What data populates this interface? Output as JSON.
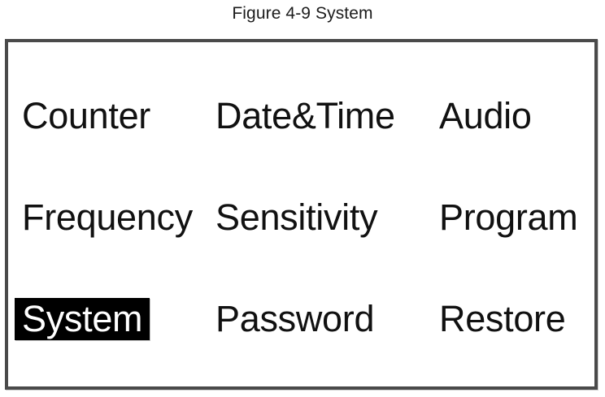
{
  "caption": {
    "text": "Figure 4-9 System"
  },
  "screen": {
    "title": "System menu screen",
    "border_color": "#4a4a4a",
    "background_color": "#ffffff",
    "selected_background_color": "#000000",
    "selected_text_color": "#ffffff",
    "text_color": "#111111"
  },
  "menu": {
    "rows": [
      {
        "items": [
          {
            "label": "Counter",
            "selected": false
          },
          {
            "label": "Date&Time",
            "selected": false
          },
          {
            "label": "Audio",
            "selected": false
          }
        ]
      },
      {
        "items": [
          {
            "label": "Frequency",
            "selected": false
          },
          {
            "label": "Sensitivity",
            "selected": false
          },
          {
            "label": "Program",
            "selected": false
          }
        ]
      },
      {
        "items": [
          {
            "label": "System",
            "selected": true
          },
          {
            "label": "Password",
            "selected": false
          },
          {
            "label": "Restore",
            "selected": false
          }
        ]
      }
    ],
    "selected_item": "System"
  }
}
